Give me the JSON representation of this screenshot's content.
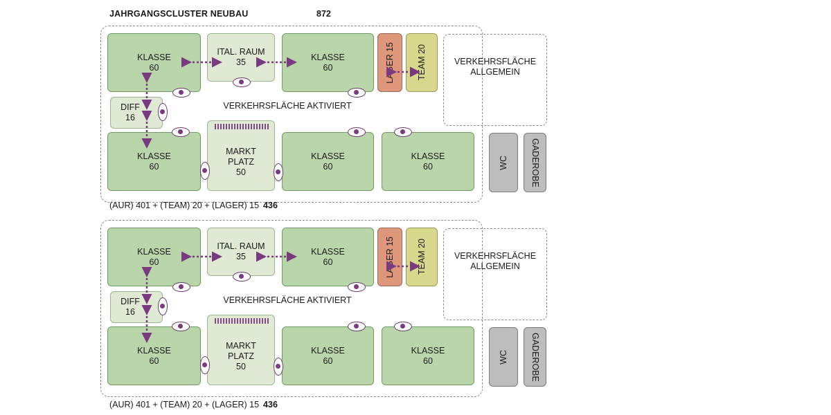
{
  "header": {
    "title": "JAHRGANGSCLUSTER NEUBAU",
    "total": "872"
  },
  "colors": {
    "klasse": "#b9d6aa",
    "light": "#dfe9d3",
    "lager": "#de977b",
    "team": "#d7d88b",
    "service": "#bdbdbd",
    "arrow": "#7a3a7f"
  },
  "clusters": [
    {
      "klasse_tl": {
        "name": "KLASSE",
        "value": "60"
      },
      "ital": {
        "name": "ITAL. RAUM",
        "value": "35"
      },
      "klasse_tm": {
        "name": "KLASSE",
        "value": "60"
      },
      "lager": "LAGER 15",
      "team": "TEAM 20",
      "verkehr_allg": {
        "line1": "VERKEHRSFLÄCHE",
        "line2": "ALLGEMEIN"
      },
      "diff": {
        "name": "DIFF",
        "value": "16"
      },
      "verkehr_akt": "VERKEHRSFLÄCHE AKTIVIERT",
      "klasse_bl": {
        "name": "KLASSE",
        "value": "60"
      },
      "markt": {
        "line1": "MARKT",
        "line2": "PLATZ",
        "value": "50"
      },
      "klasse_bm": {
        "name": "KLASSE",
        "value": "60"
      },
      "klasse_br": {
        "name": "KLASSE",
        "value": "60"
      },
      "wc": "WC",
      "garderobe": "GADEROBE",
      "footer": {
        "text": "(AUR) 401 + (TEAM) 20 + (LAGER) 15",
        "sum": "436"
      }
    },
    {
      "klasse_tl": {
        "name": "KLASSE",
        "value": "60"
      },
      "ital": {
        "name": "ITAL. RAUM",
        "value": "35"
      },
      "klasse_tm": {
        "name": "KLASSE",
        "value": "60"
      },
      "lager": "LAGER 15",
      "team": "TEAM 20",
      "verkehr_allg": {
        "line1": "VERKEHRSFLÄCHE",
        "line2": "ALLGEMEIN"
      },
      "diff": {
        "name": "DIFF",
        "value": "16"
      },
      "verkehr_akt": "VERKEHRSFLÄCHE AKTIVIERT",
      "klasse_bl": {
        "name": "KLASSE",
        "value": "60"
      },
      "markt": {
        "line1": "MARKT",
        "line2": "PLATZ",
        "value": "50"
      },
      "klasse_bm": {
        "name": "KLASSE",
        "value": "60"
      },
      "klasse_br": {
        "name": "KLASSE",
        "value": "60"
      },
      "wc": "WC",
      "garderobe": "GADEROBE",
      "footer": {
        "text": "(AUR) 401 + (TEAM) 20 + (LAGER) 15",
        "sum": "436"
      }
    }
  ]
}
